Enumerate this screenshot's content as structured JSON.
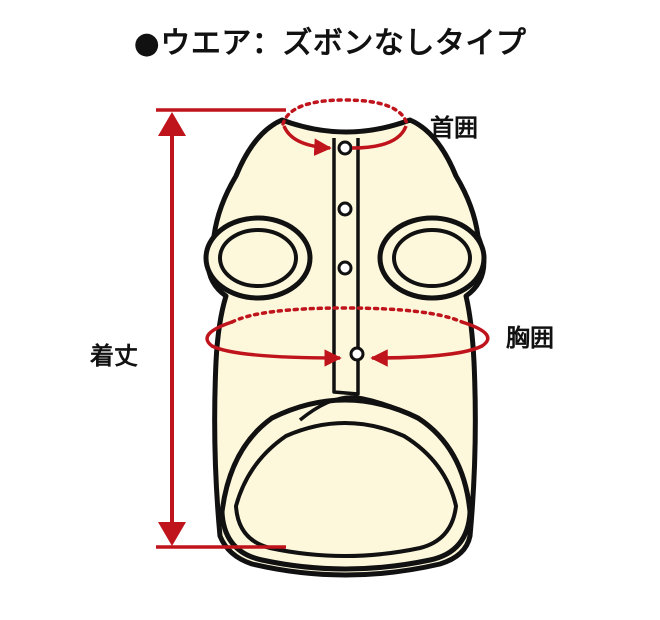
{
  "title": "●ウエア：ズボンなしタイプ",
  "labels": {
    "neck": "首囲",
    "chest": "胸囲",
    "length": "着丈"
  },
  "colors": {
    "garment_fill": "#fdf8dc",
    "outline": "#111111",
    "measure": "#c0141c"
  }
}
